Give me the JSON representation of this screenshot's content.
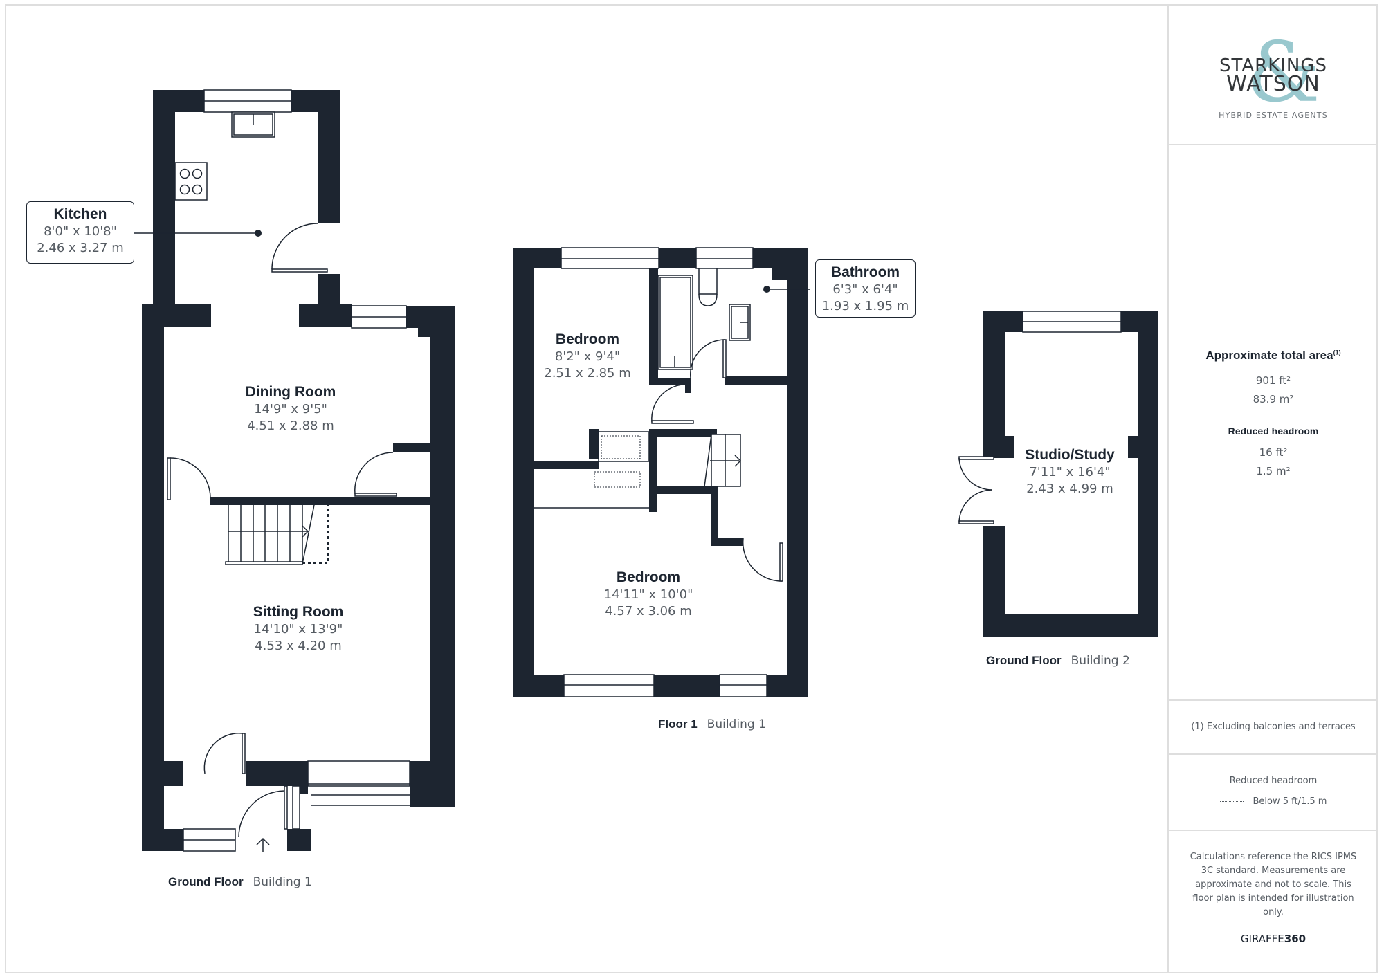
{
  "brand": {
    "name_line1": "STARKINGS",
    "name_line2": "WATSON",
    "ampersand": "&",
    "tagline": "HYBRID ESTATE AGENTS",
    "accent_color": "#8fc3c9"
  },
  "colors": {
    "wall": "#1d2530",
    "text_secondary": "#555b62",
    "frame": "#dedede"
  },
  "plans": [
    {
      "floor": "Ground Floor",
      "building": "Building 1",
      "rooms": [
        {
          "name": "Kitchen",
          "imperial": "8'0\" x 10'8\"",
          "metric": "2.46 x 3.27 m"
        },
        {
          "name": "Dining Room",
          "imperial": "14'9\" x 9'5\"",
          "metric": "4.51 x 2.88 m"
        },
        {
          "name": "Sitting Room",
          "imperial": "14'10\" x 13'9\"",
          "metric": "4.53 x 4.20 m"
        }
      ]
    },
    {
      "floor": "Floor 1",
      "building": "Building 1",
      "rooms": [
        {
          "name": "Bedroom",
          "imperial": "8'2\" x 9'4\"",
          "metric": "2.51 x 2.85 m"
        },
        {
          "name": "Bathroom",
          "imperial": "6'3\" x 6'4\"",
          "metric": "1.93 x 1.95 m"
        },
        {
          "name": "Bedroom",
          "imperial": "14'11\" x 10'0\"",
          "metric": "4.57 x 3.06 m"
        }
      ]
    },
    {
      "floor": "Ground Floor",
      "building": "Building 2",
      "rooms": [
        {
          "name": "Studio/Study",
          "imperial": "7'11\" x 16'4\"",
          "metric": "2.43 x 4.99 m"
        }
      ]
    }
  ],
  "summary": {
    "area_title": "Approximate total area",
    "area_footnote_mark": "(1)",
    "area_ft": "901 ft²",
    "area_m": "83.9 m²",
    "reduced_title": "Reduced headroom",
    "reduced_ft": "16 ft²",
    "reduced_m": "1.5 m²",
    "footnote": "(1) Excluding balconies and terraces",
    "legend_title": "Reduced headroom",
    "legend_item": "Below 5 ft/1.5 m",
    "disclaimer": "Calculations reference the RICS IPMS 3C standard. Measurements are approximate and not to scale. This floor plan is intended for illustration only.",
    "provider_light": "GIRAFFE",
    "provider_bold": "360"
  }
}
